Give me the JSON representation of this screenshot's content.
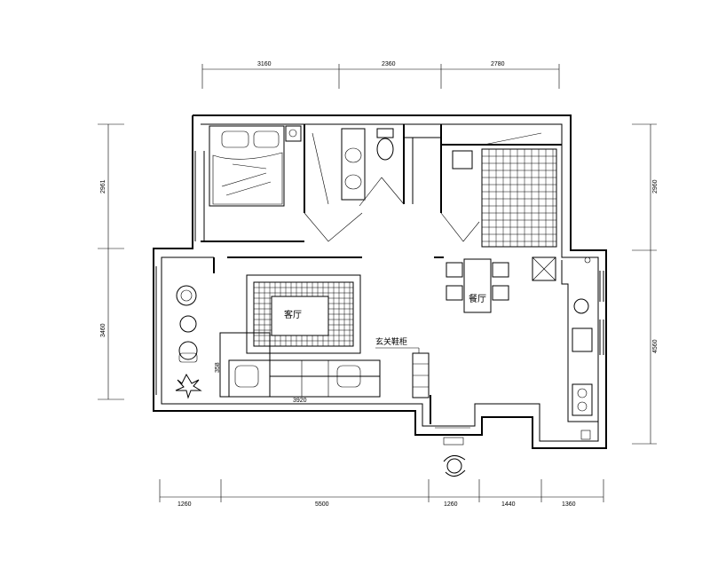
{
  "dimensions": {
    "top": [
      "3160",
      "2360",
      "2780"
    ],
    "bottom": [
      "1260",
      "5500",
      "1260",
      "1440",
      "1360"
    ],
    "left": [
      "2961",
      "3460"
    ],
    "right": [
      "2960",
      "4560"
    ],
    "sofa_width": "3920",
    "sofa_depth": "358"
  },
  "rooms": {
    "living_room": "客厅",
    "dining_room": "餐厅"
  },
  "callouts": {
    "shoe_cabinet": "玄关鞋柜"
  }
}
